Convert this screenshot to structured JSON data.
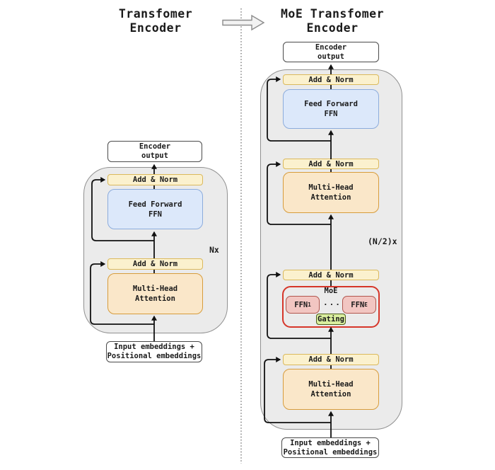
{
  "left_panel": {
    "title": "Transfomer\nEncoder",
    "encoder_output": "Encoder\noutput",
    "add_norm_top": "Add & Norm",
    "ffn": "Feed Forward\nFFN",
    "add_norm_bottom": "Add & Norm",
    "mha": "Multi-Head\nAttention",
    "repeat_label": "Nx",
    "input": "Input embeddings +\nPositional embeddings"
  },
  "right_panel": {
    "title": "MoE Transfomer\nEncoder",
    "encoder_output": "Encoder\noutput",
    "add_norm_1": "Add & Norm",
    "ffn": "Feed Forward\nFFN",
    "add_norm_2": "Add & Norm",
    "mha_1": "Multi-Head\nAttention",
    "repeat_label": "(N/2)x",
    "add_norm_3": "Add & Norm",
    "moe": {
      "label": "MoE",
      "expert_1": {
        "base": "FFN",
        "sub": "1"
      },
      "dots": "...",
      "expert_e": {
        "base": "FFN",
        "sub": "E"
      },
      "gating": "Gating"
    },
    "add_norm_4": "Add & Norm",
    "mha_2": "Multi-Head\nAttention",
    "input": "Input embeddings +\nPositional embeddings"
  },
  "colors": {
    "add_norm_fill": "#FBF1CE",
    "add_norm_border": "#DBB95C",
    "ffn_fill": "#DCE8FA",
    "ffn_border": "#8CACDC",
    "attention_fill": "#FAE7C9",
    "attention_border": "#D79C3C",
    "container_fill": "#EBEBEB",
    "container_border": "#909090",
    "moe_border": "#D6362A",
    "expert_fill": "#F2C6C2",
    "expert_border": "#B2564E",
    "gating_fill": "#D9EE9E",
    "gating_border": "#4C5B1C",
    "io_box_border": "#4A4A4A",
    "line_color": "#111111"
  }
}
